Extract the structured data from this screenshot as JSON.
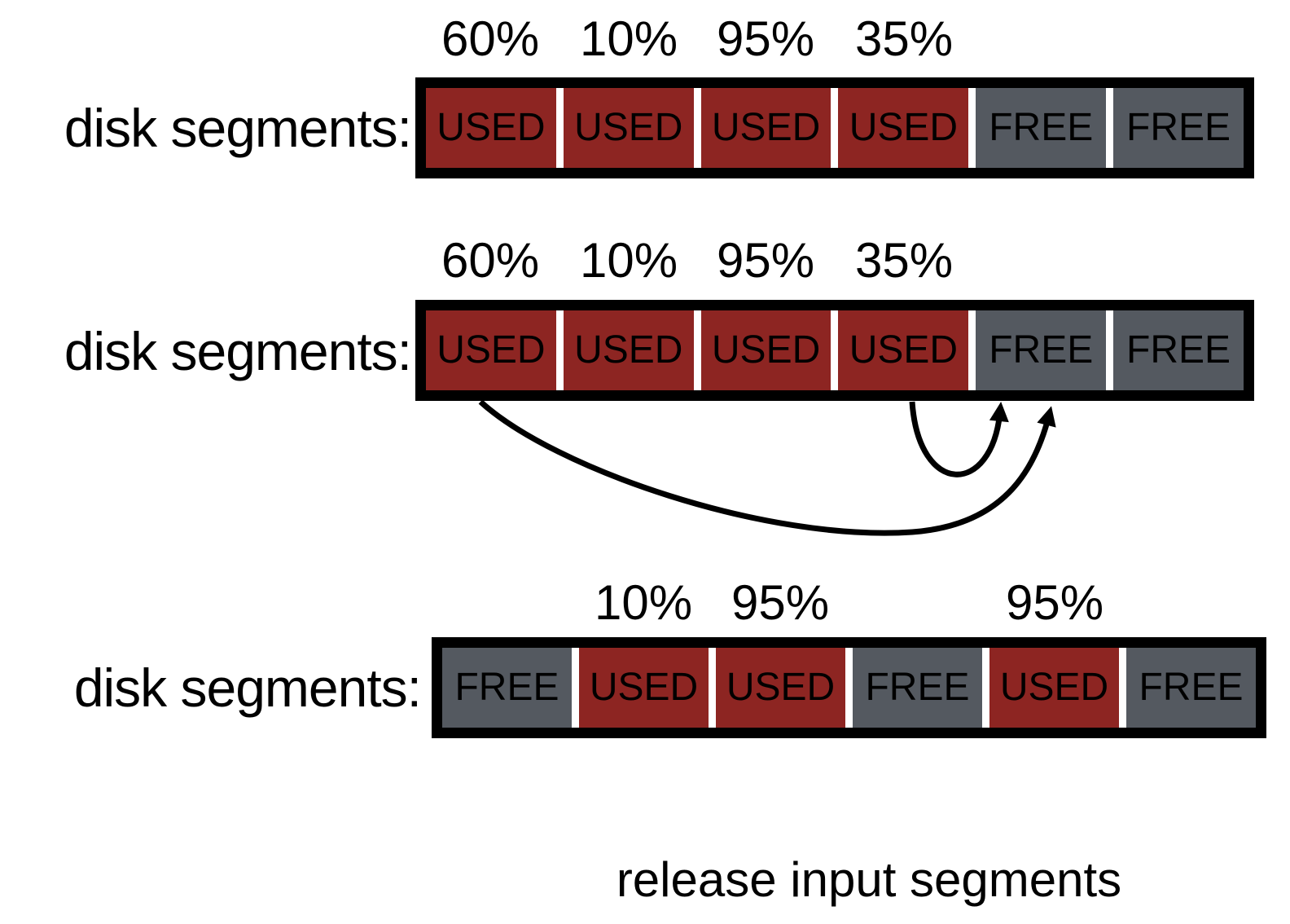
{
  "colors": {
    "used": "#8D2522",
    "free": "#545960",
    "outline": "#000000",
    "background": "#FFFFFF",
    "text": "#000000"
  },
  "caption": "release input segments",
  "rows": [
    {
      "label": "disk segments:",
      "percent_labels": [
        "60%",
        "10%",
        "95%",
        "35%"
      ],
      "segments": [
        {
          "label": "USED",
          "state": "USED"
        },
        {
          "label": "USED",
          "state": "USED"
        },
        {
          "label": "USED",
          "state": "USED"
        },
        {
          "label": "USED",
          "state": "USED"
        },
        {
          "label": "FREE",
          "state": "FREE"
        },
        {
          "label": "FREE",
          "state": "FREE"
        }
      ]
    },
    {
      "label": "disk segments:",
      "percent_labels": [
        "60%",
        "10%",
        "95%",
        "35%"
      ],
      "segments": [
        {
          "label": "USED",
          "state": "USED"
        },
        {
          "label": "USED",
          "state": "USED"
        },
        {
          "label": "USED",
          "state": "USED"
        },
        {
          "label": "USED",
          "state": "USED"
        },
        {
          "label": "FREE",
          "state": "FREE"
        },
        {
          "label": "FREE",
          "state": "FREE"
        }
      ]
    },
    {
      "label": "disk segments:",
      "percent_labels": [
        "10%",
        "95%",
        "95%"
      ],
      "segments": [
        {
          "label": "FREE",
          "state": "FREE"
        },
        {
          "label": "USED",
          "state": "USED"
        },
        {
          "label": "USED",
          "state": "USED"
        },
        {
          "label": "FREE",
          "state": "FREE"
        },
        {
          "label": "USED",
          "state": "USED"
        },
        {
          "label": "FREE",
          "state": "FREE"
        }
      ]
    }
  ],
  "arrows": [
    {
      "name": "clean-60pct-segment-into-free-arrow"
    },
    {
      "name": "clean-35pct-segment-into-free-arrow"
    }
  ]
}
